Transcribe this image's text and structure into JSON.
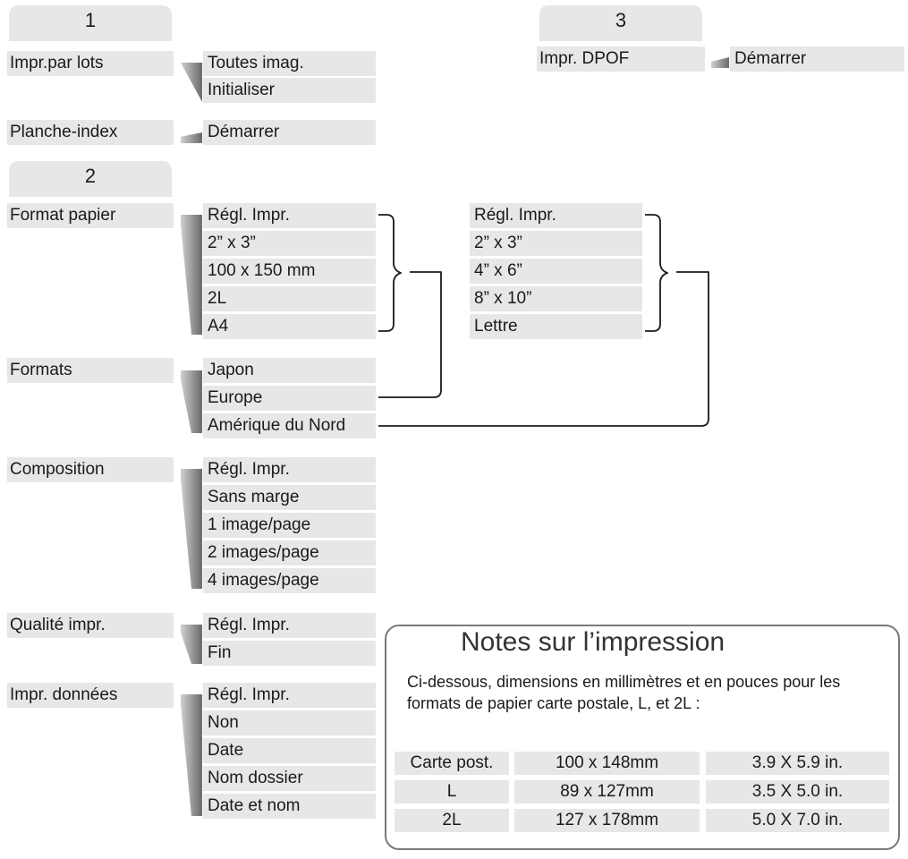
{
  "section1": {
    "tab": "1",
    "batch_label": "Impr.par lots",
    "batch_options": [
      "Toutes imag.",
      "Initialiser"
    ],
    "index_label": "Planche-index",
    "index_options": [
      "Démarrer"
    ]
  },
  "section2": {
    "tab": "2",
    "paper_label": "Format papier",
    "paper_options": [
      "Régl. Impr.",
      "2” x 3”",
      "100 x 150 mm",
      "2L",
      "A4"
    ],
    "formats_label": "Formats",
    "formats_options": [
      "Japon",
      "Europe",
      "Amérique du Nord"
    ],
    "na_options": [
      "Régl. Impr.",
      "2” x 3”",
      "4” x 6”",
      "8” x 10”",
      "Lettre"
    ],
    "layout_label": "Composition",
    "layout_options": [
      "Régl. Impr.",
      "Sans marge",
      "1 image/page",
      "2 images/page",
      "4 images/page"
    ],
    "quality_label": "Qualité impr.",
    "quality_options": [
      "Régl. Impr.",
      "Fin"
    ],
    "data_label": "Impr. données",
    "data_options": [
      "Régl. Impr.",
      "Non",
      "Date",
      "Nom dossier",
      "Date et nom"
    ]
  },
  "section3": {
    "tab": "3",
    "dpof_label": "Impr. DPOF",
    "dpof_options": [
      "Démarrer"
    ]
  },
  "notes": {
    "title": "Notes sur l’impression",
    "text": "Ci-dessous, dimensions en millimètres et en pouces pour les formats de papier carte postale, L, et 2L :",
    "rows": [
      [
        "Carte post.",
        "100 x 148mm",
        "3.9 X 5.9 in."
      ],
      [
        "L",
        "89 x 127mm",
        "3.5 X 5.0 in."
      ],
      [
        "2L",
        "127 x 178mm",
        "5.0 X 7.0 in."
      ]
    ]
  }
}
